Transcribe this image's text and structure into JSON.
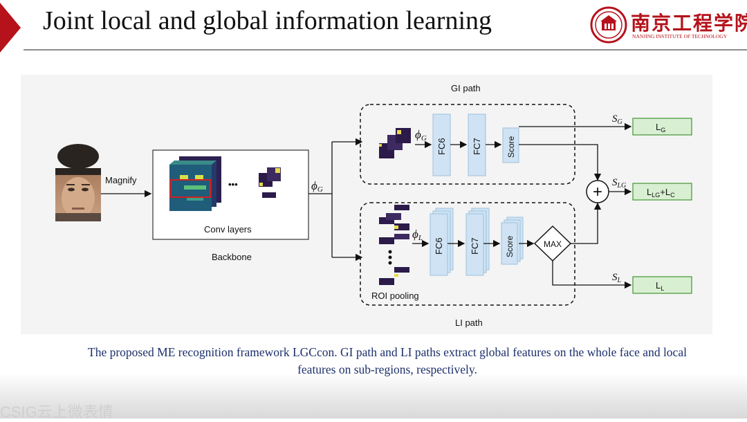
{
  "slide": {
    "title": "Joint local and global information learning",
    "logo": {
      "name": "南京工程学院",
      "subtitle": "NANJING INSTITUTE OF TECHNOLOGY"
    },
    "caption": "The proposed ME recognition framework LGCcon. GI path and LI paths extract global features on the whole face and local features on sub-regions, respectively.",
    "watermark": "CSIG云上微表情"
  },
  "diagram": {
    "magnify_label": "Magnify",
    "conv_layers_label": "Conv layers",
    "backbone_label": "Backbone",
    "phi_g": "ϕ",
    "phi_g_sub": "G",
    "phi_l": "ϕ",
    "phi_l_sub": "L",
    "gi_path_label": "GI path",
    "li_path_label": "LI path",
    "roi_pooling_label": "ROI pooling",
    "fc6": "FC6",
    "fc7": "FC7",
    "score": "Score",
    "max": "MAX",
    "plus": "+",
    "ellipsis": "•••",
    "s_g": "S",
    "s_g_sub": "G",
    "s_lg": "S",
    "s_lg_sub": "LG",
    "s_l": "S",
    "s_l_sub": "L",
    "loss_g": "L",
    "loss_g_sub": "G",
    "loss_lg_a": "L",
    "loss_lg_a_sub": "LG",
    "loss_lg_b": "+L",
    "loss_lg_b_sub": "C",
    "loss_l": "L",
    "loss_l_sub": "L",
    "colors": {
      "fc_box": "#cfe3f4",
      "loss_box": "#d8efd2",
      "loss_border": "#4f9a3f",
      "feature_dark": "#2b1a4a",
      "feature_yellow": "#e8d84a",
      "roi_rect": "#d42020"
    }
  }
}
